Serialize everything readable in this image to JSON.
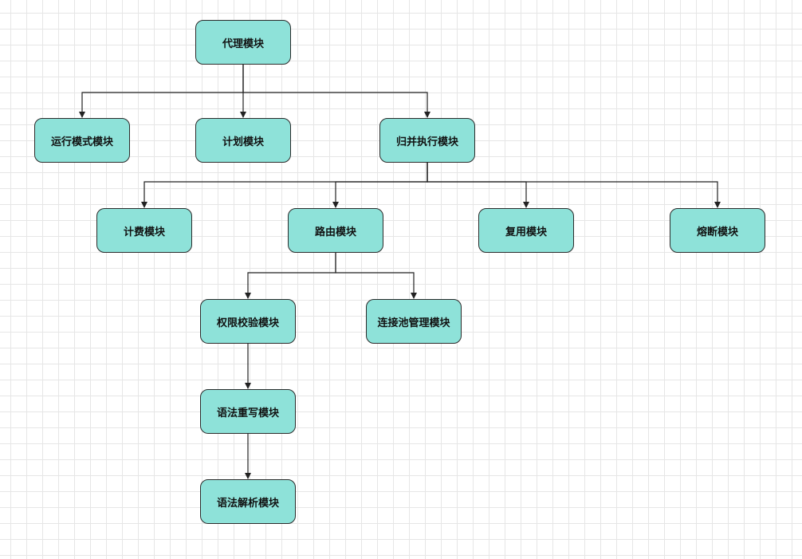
{
  "colors": {
    "node_fill": "#8ee2d9",
    "node_border": "#2b2b2b",
    "edge": "#222222",
    "grid": "#e6e6e6"
  },
  "nodes": {
    "proxy": "代理模块",
    "run_mode": "运行模式模块",
    "plan": "计划模块",
    "merge_exec": "归并执行模块",
    "billing": "计费模块",
    "routing": "路由模块",
    "reuse": "复用模块",
    "circuit_breaker": "熔断模块",
    "permission": "权限校验模块",
    "pool": "连接池管理模块",
    "rewrite": "语法重写模块",
    "parse": "语法解析模块"
  },
  "edges": [
    [
      "proxy",
      "run_mode"
    ],
    [
      "proxy",
      "plan"
    ],
    [
      "proxy",
      "merge_exec"
    ],
    [
      "merge_exec",
      "billing"
    ],
    [
      "merge_exec",
      "routing"
    ],
    [
      "merge_exec",
      "reuse"
    ],
    [
      "merge_exec",
      "circuit_breaker"
    ],
    [
      "routing",
      "permission"
    ],
    [
      "routing",
      "pool"
    ],
    [
      "permission",
      "rewrite"
    ],
    [
      "rewrite",
      "parse"
    ]
  ]
}
